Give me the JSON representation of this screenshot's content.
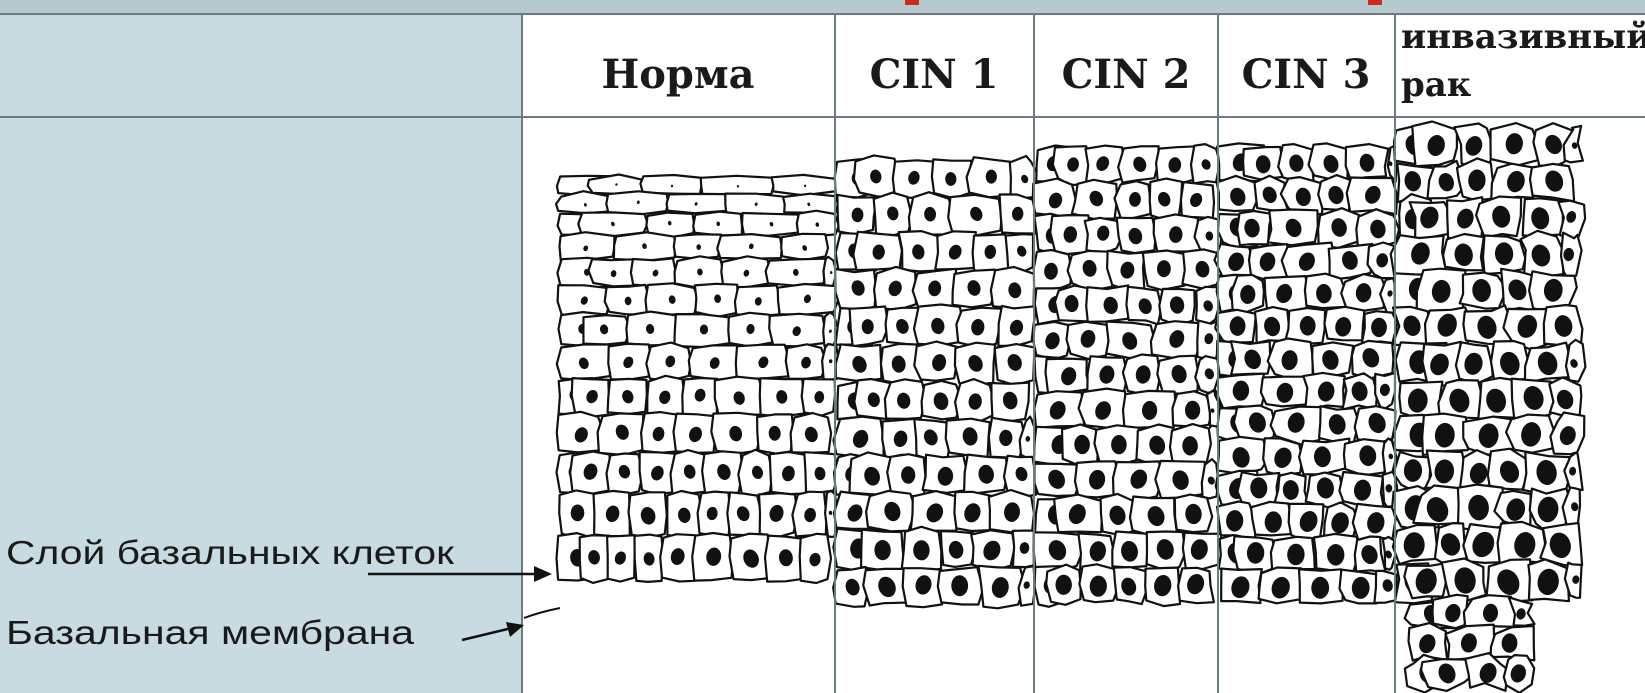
{
  "header": {
    "columns": [
      "Норма",
      "CIN 1",
      "CIN 2",
      "CIN 3"
    ],
    "last_column_line1": "инвазивный",
    "last_column_line2": "рак"
  },
  "side_labels": {
    "basal_cells": "Слой базальных клеток",
    "basal_membrane": "Базальная мембрана"
  },
  "colors": {
    "left_panel": "#c7dbe0",
    "grid_line": "#6b7b80",
    "accent_marks": "#cc2a1e",
    "ink": "#111111"
  }
}
